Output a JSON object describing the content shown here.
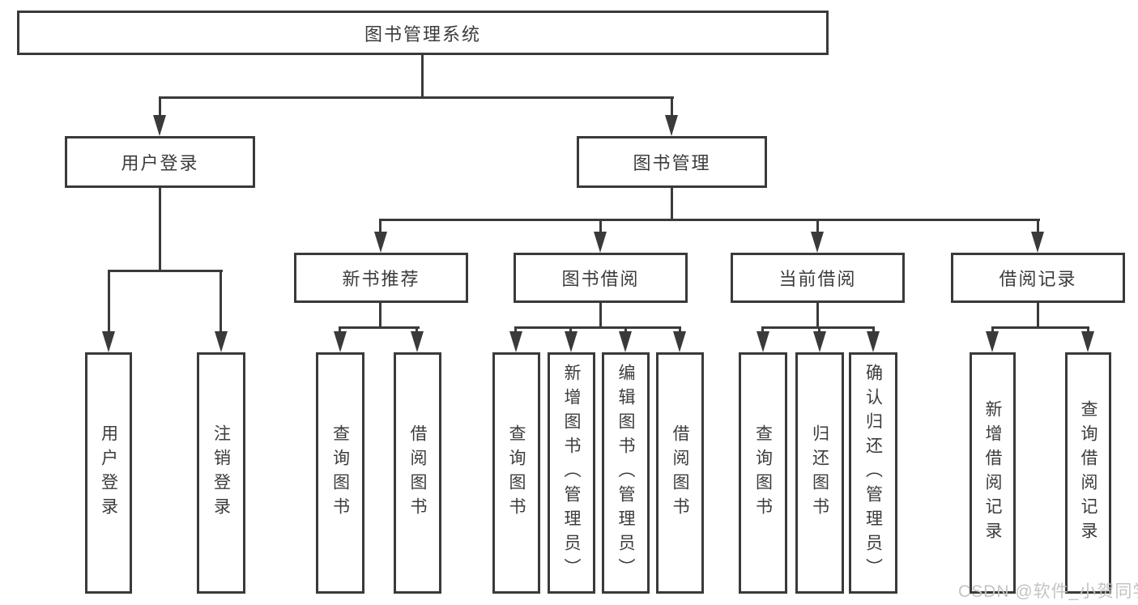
{
  "diagram_title": "图书管理系统",
  "nodes": {
    "root": {
      "label": "图书管理系统"
    },
    "l2": [
      {
        "label": "用户登录"
      },
      {
        "label": "图书管理"
      }
    ],
    "l3": [
      {
        "label": "新书推荐"
      },
      {
        "label": "图书借阅"
      },
      {
        "label": "当前借阅"
      },
      {
        "label": "借阅记录"
      }
    ],
    "leaves_login": [
      {
        "label": "用户登录"
      },
      {
        "label": "注销登录"
      }
    ],
    "leaves_recommend": [
      {
        "label": "查询图书"
      },
      {
        "label": "借阅图书"
      }
    ],
    "leaves_borrow": [
      {
        "label": "查询图书"
      },
      {
        "label": "新增图书（管理员）"
      },
      {
        "label": "编辑图书（管理员）"
      },
      {
        "label": "借阅图书"
      }
    ],
    "leaves_current": [
      {
        "label": "查询图书"
      },
      {
        "label": "归还图书"
      },
      {
        "label": "确认归还（管理员）"
      }
    ],
    "leaves_records": [
      {
        "label": "新增借阅记录"
      },
      {
        "label": "查询借阅记录"
      }
    ]
  },
  "watermark": "CSDN @软件_小贺同学",
  "colors": {
    "line": "#3a3a3a",
    "text": "#3c3c3c",
    "background": "#ffffff",
    "watermark": "#c4c4c4"
  }
}
